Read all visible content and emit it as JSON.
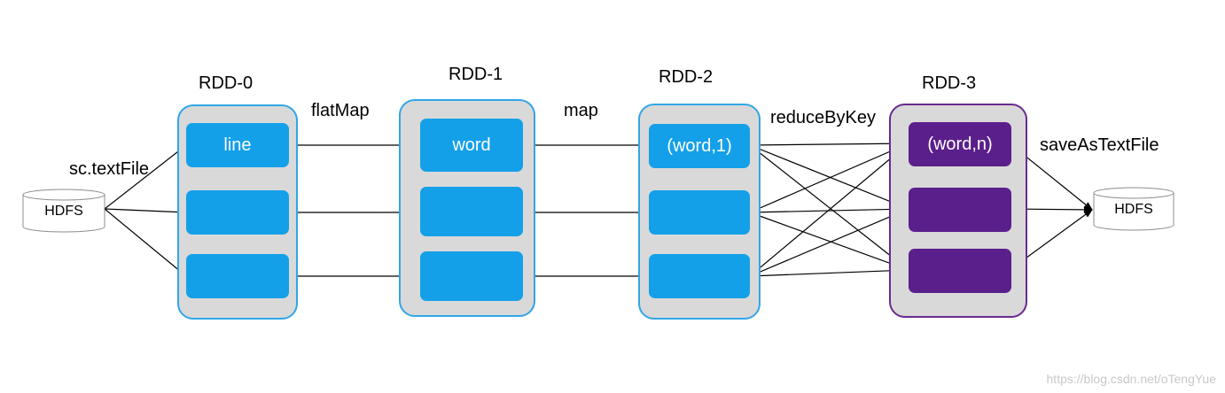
{
  "source": {
    "label": "HDFS"
  },
  "sink": {
    "label": "HDFS"
  },
  "operations": {
    "textFile": "sc.textFile",
    "flatMap": "flatMap",
    "map": "map",
    "reduceByKey": "reduceByKey",
    "save": "saveAsTextFile"
  },
  "rdds": [
    {
      "title": "RDD-0",
      "partitions": [
        "line",
        "",
        ""
      ]
    },
    {
      "title": "RDD-1",
      "partitions": [
        "word",
        "",
        ""
      ]
    },
    {
      "title": "RDD-2",
      "partitions": [
        "(word,1)",
        "",
        ""
      ]
    },
    {
      "title": "RDD-3",
      "partitions": [
        "(word,n)",
        "",
        ""
      ]
    }
  ],
  "colors": {
    "partition_blue": "#14a0e8",
    "partition_purple": "#5b1f8c",
    "container_fill": "#d9d9d9",
    "container_border_blue": "#31a6e6",
    "container_border_purple": "#6a2b8f"
  },
  "watermark": "https://blog.csdn.net/oTengYue"
}
